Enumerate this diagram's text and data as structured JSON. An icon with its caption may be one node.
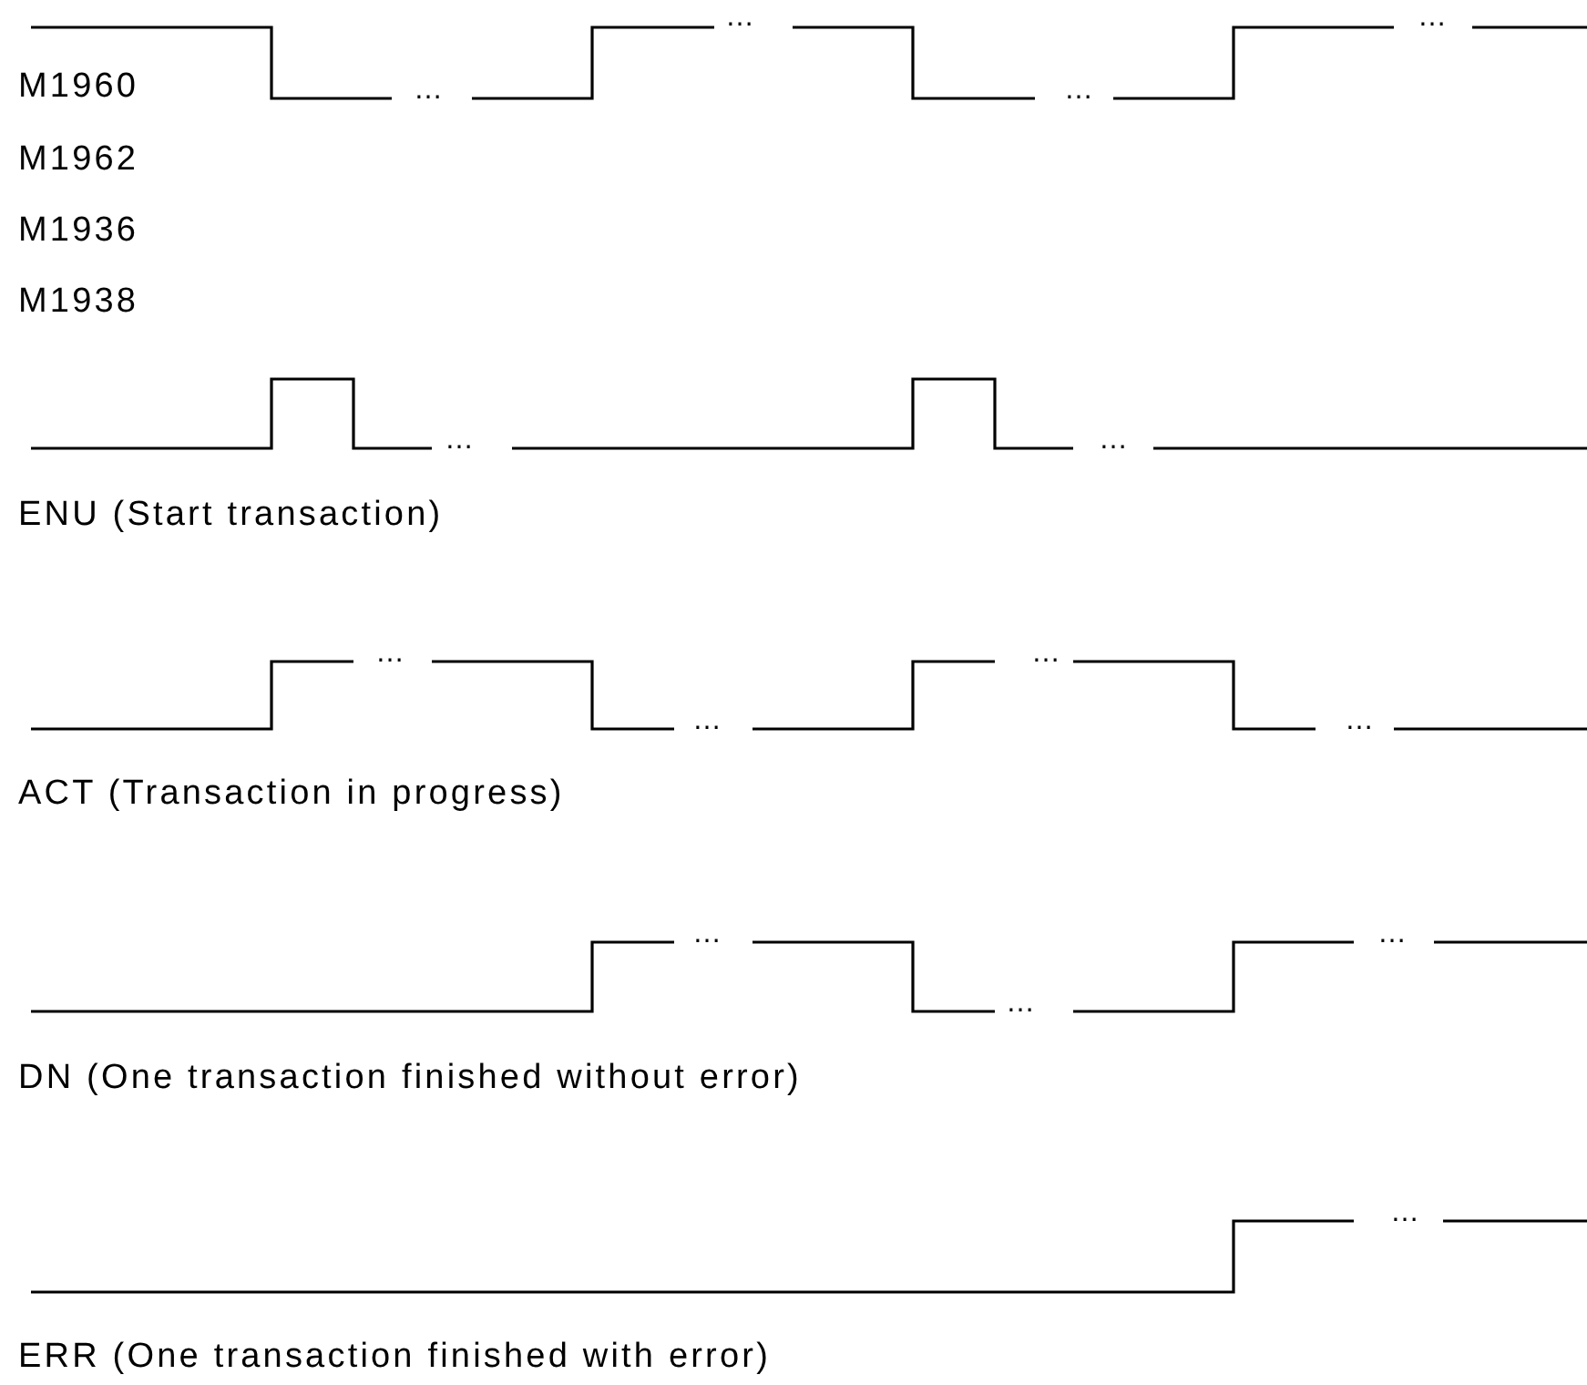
{
  "diagram": {
    "labels": [
      "…",
      "…",
      "…",
      "…",
      "M1960",
      "M1962",
      "M1936",
      "M1938",
      "…",
      "…",
      "ENU (Start transaction)",
      "…",
      "…",
      "…",
      "…",
      "ACT (Transaction in progress)",
      "…",
      "…",
      "…",
      "DN (One transaction finished without error)",
      "…",
      "ERR (One transaction finished with error)"
    ]
  }
}
